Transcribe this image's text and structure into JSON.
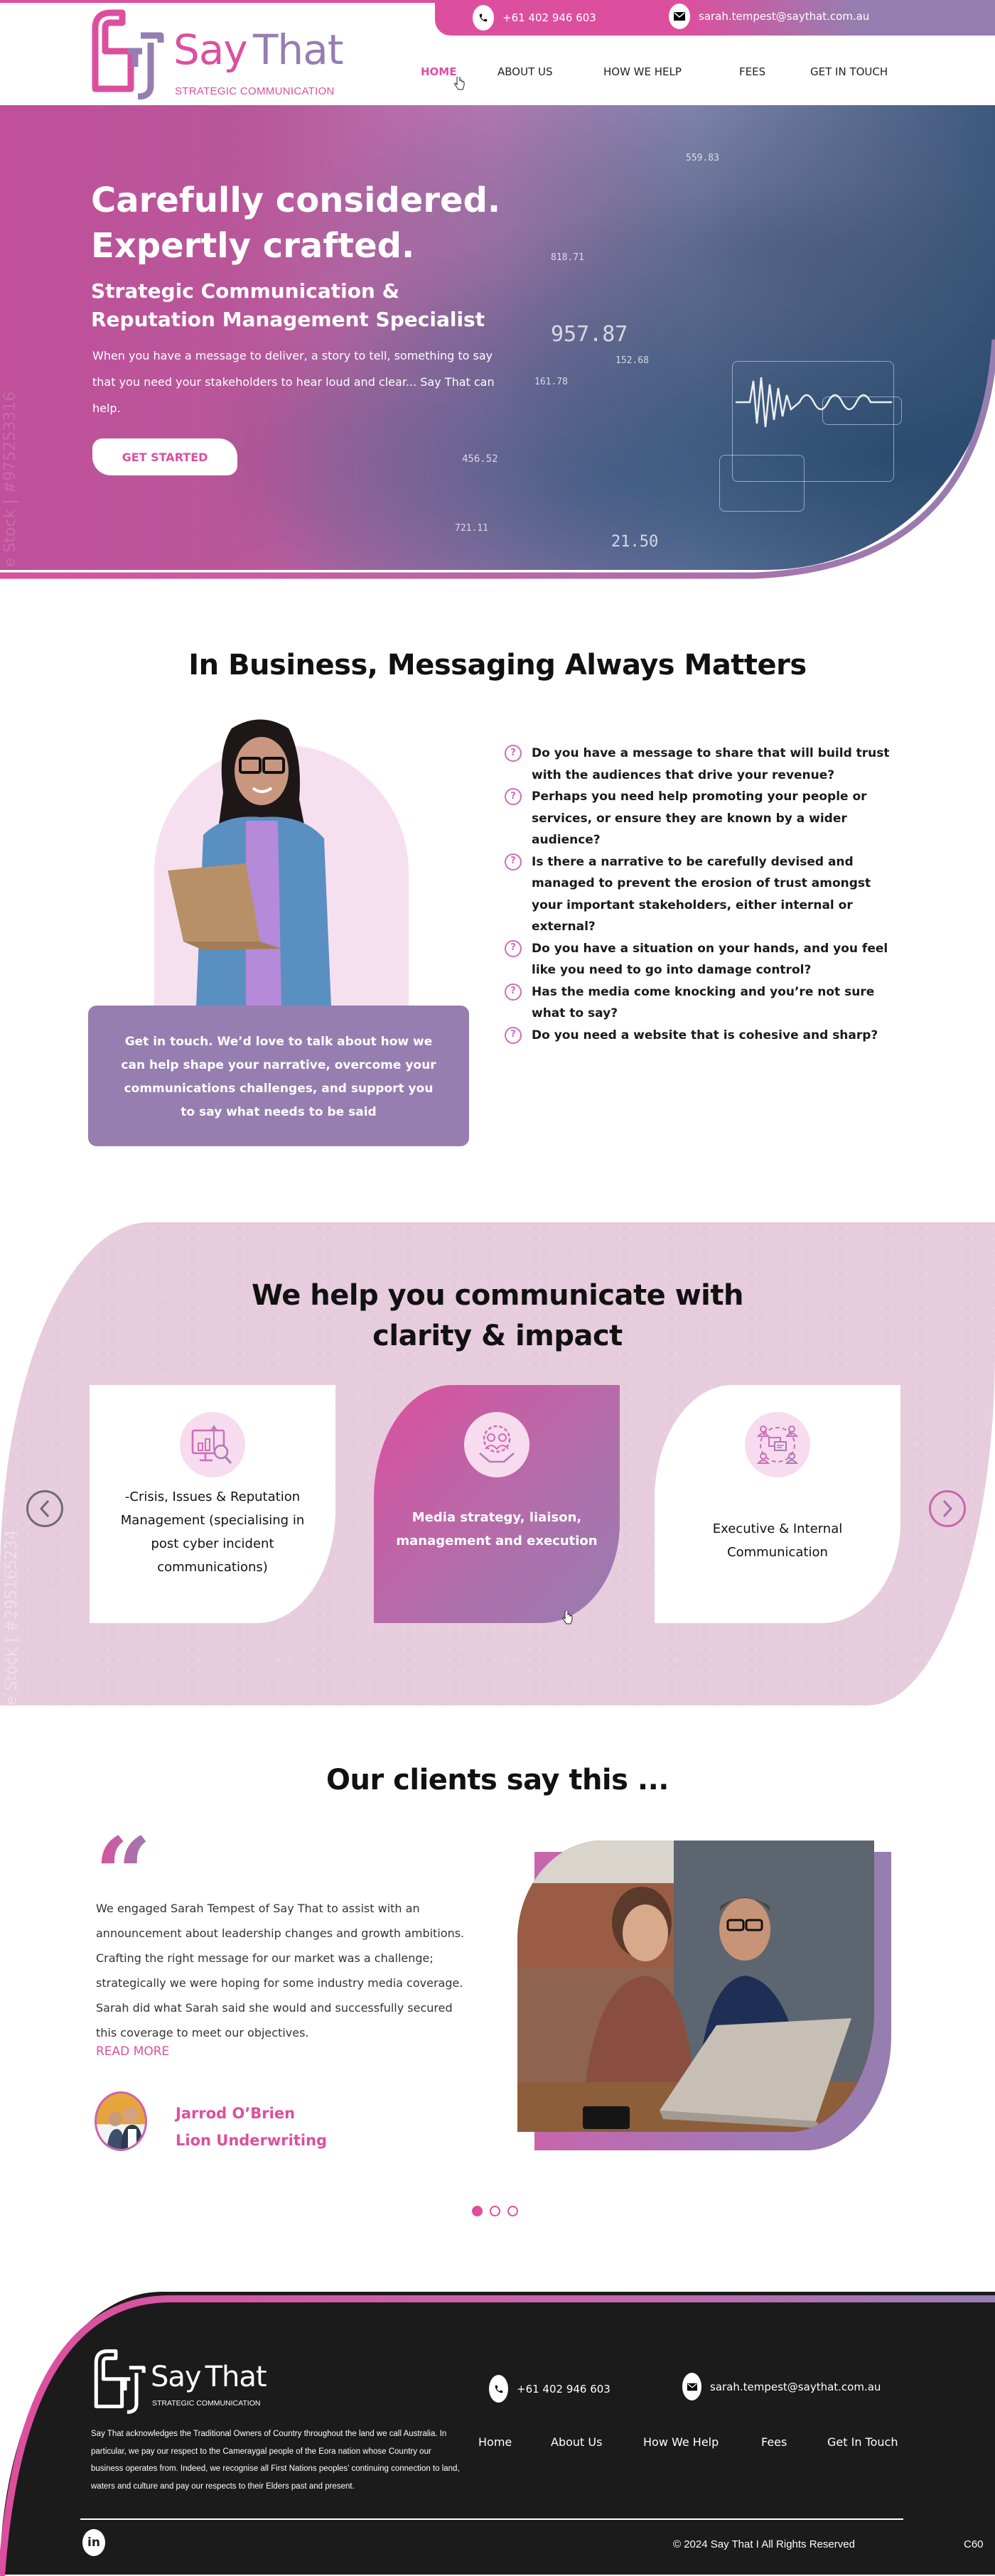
{
  "brand": {
    "name_part1": "Say",
    "name_part2": "That",
    "tagline": "STRATEGIC COMMUNICATION",
    "colors": {
      "pink": "#dc4f9e",
      "purple": "#967eb0",
      "light_pink": "#f6e0ef",
      "section_bg": "#e6ccdd",
      "footer_bg": "#1b1b1b"
    }
  },
  "header": {
    "phone": "+61 402 946 603",
    "email": "sarah.tempest@saythat.com.au",
    "phone_icon": "phone-icon",
    "email_icon": "envelope-icon",
    "nav": [
      {
        "label": "HOME",
        "active": true
      },
      {
        "label": "ABOUT US",
        "active": false
      },
      {
        "label": "HOW WE HELP",
        "active": false
      },
      {
        "label": "FEES",
        "active": false
      },
      {
        "label": "GET IN TOUCH",
        "active": false
      }
    ]
  },
  "hero": {
    "headline_line1": "Carefully considered.",
    "headline_line2": "Expertly crafted.",
    "subheadline_line1": "Strategic Communication &",
    "subheadline_line2": "Reputation Management Specialist",
    "body": "When you have a message to deliver, a story to tell, something to say that you need your stakeholders to hear loud and clear... Say That can help.",
    "cta_label": "GET STARTED",
    "hud_numbers": [
      "559.83",
      "818.71",
      "957.87",
      "152.68",
      "456.52",
      "161.78",
      "721.11",
      "21.50"
    ],
    "watermark": "e Stock | #975253316"
  },
  "messaging": {
    "title": "In Business, Messaging Always Matters",
    "card_text": "Get in touch. We’d love to talk about how we can help shape your narrative, overcome your communications challenges, and support you to say what needs to be said",
    "questions": [
      "Do you have a message to share that will build trust with the audiences that drive your revenue?",
      "Perhaps you need help promoting your people or services, or ensure they are known by a wider audience?",
      "Is there a narrative to be carefully devised and managed to prevent the erosion of trust amongst your important stakeholders, either internal or external?",
      "Do you have a situation on your hands, and you feel like you need to go into damage control?",
      "Has the media come knocking and you’re not sure what to say?",
      "Do you need a website that is cohesive and sharp?"
    ],
    "question_icon": "question-circle-icon"
  },
  "services": {
    "title_line1": "We help you communicate with",
    "title_line2": "clarity & impact",
    "prev_icon": "chevron-left-icon",
    "next_icon": "chevron-right-icon",
    "watermark": "e Stock | #295165234",
    "cards": [
      {
        "icon": "analytics-magnifier-icon",
        "label": "-Crisis, Issues & Reputation Management (specialising in post cyber incident communications)"
      },
      {
        "icon": "team-gear-handshake-icon",
        "label": "Media strategy, liaison, management and execution"
      },
      {
        "icon": "group-chat-icon",
        "label": "Executive & Internal Communication"
      }
    ]
  },
  "testimonials": {
    "title": "Our clients say this ...",
    "quote_glyph": "“",
    "text": "We engaged Sarah Tempest of Say That to assist with an announcement about leadership changes and growth ambitions. Crafting the right message for our market was a challenge; strategically we were hoping for some industry media coverage. Sarah did what Sarah said she would and successfully secured this coverage to meet our objectives.",
    "read_more": "READ MORE",
    "client_name": "Jarrod O’Brien",
    "client_company": "Lion Underwriting",
    "pager": {
      "count": 3,
      "active": 0
    }
  },
  "footer": {
    "phone": "+61 402 946 603",
    "email": "sarah.tempest@saythat.com.au",
    "acknowledgement": "Say That acknowledges the Traditional Owners of Country  throughout the land we call Australia. In particular, we pay our respect to the Cameraygal people of the Eora nation whose Country our business operates from. Indeed, we recognise all First Nations peoples’ continuing connection to land, waters and culture and pay our respects to their Elders past and present.",
    "nav": [
      "Home",
      "About Us",
      "How We Help",
      "Fees",
      "Get In Touch"
    ],
    "social_icon": "linkedin-icon",
    "social_label": "in",
    "copyright": "© 2024 Say That  I All Rights Reserved",
    "code": "C60"
  }
}
